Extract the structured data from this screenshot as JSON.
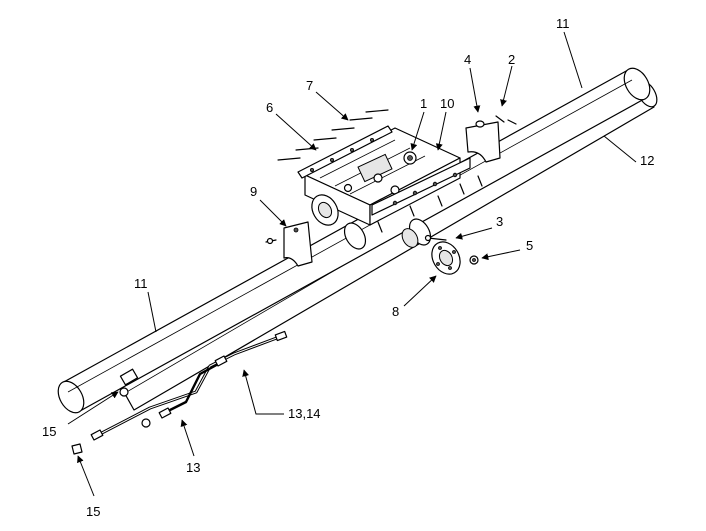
{
  "callouts": {
    "c1": "1",
    "c2": "2",
    "c3": "3",
    "c4": "4",
    "c5": "5",
    "c6": "6",
    "c7": "7",
    "c8": "8",
    "c9": "9",
    "c10": "10",
    "c11_top": "11",
    "c11_left": "11",
    "c12": "12",
    "c13": "13",
    "c13_14": "13,14",
    "c15_upper": "15",
    "c15_lower": "15"
  },
  "colors": {
    "line": "#000000",
    "background": "#ffffff"
  }
}
